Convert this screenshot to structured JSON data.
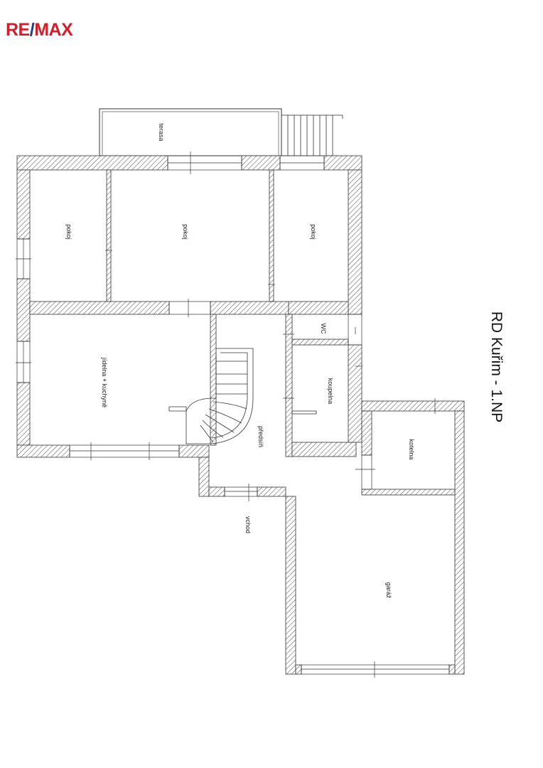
{
  "brand": {
    "part1": "RE",
    "slash": "/",
    "part2": "MAX"
  },
  "colors": {
    "brand_red": "#d81e2b",
    "brand_blue": "#1b3c8d",
    "line": "#222222"
  },
  "title": "RD Kuřim - 1.NP",
  "rooms": {
    "terasa": "terasa",
    "pokoj_left": "pokoj",
    "pokoj_middle": "pokoj",
    "pokoj_right": "pokoj",
    "jidelna": "jídelna + kuchyně",
    "predsin": "předsíň",
    "wc": "WC",
    "koupelna": "koupelna",
    "kotelna": "kotelna",
    "garaz": "garáž",
    "vchod": "vchod"
  }
}
